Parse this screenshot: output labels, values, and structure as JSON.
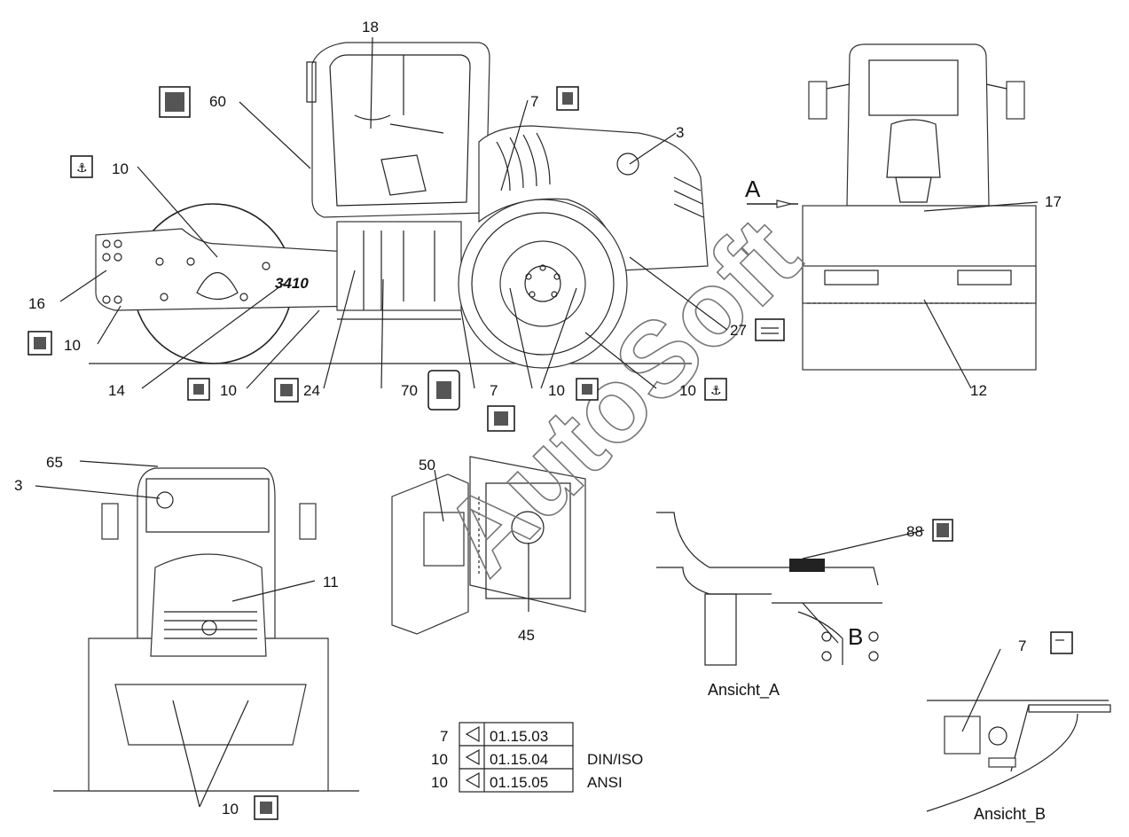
{
  "callouts": {
    "c18": "18",
    "c60": "60",
    "c7_top": "7",
    "c3_top": "3",
    "c10_left": "10",
    "c16": "16",
    "c10_drum": "10",
    "c14": "14",
    "c10_bot1": "10",
    "c24": "24",
    "c70": "70",
    "c7_mid": "7",
    "c10_wheel": "10",
    "c10_right": "10",
    "c27": "27",
    "c17": "17",
    "c12": "12",
    "c65": "65",
    "c3_front": "3",
    "c11": "11",
    "c10_front": "10",
    "c50": "50",
    "c45": "45",
    "c88": "88",
    "c7_b": "7"
  },
  "view_letters": {
    "A": "A",
    "B": "B"
  },
  "model_number": "3410",
  "captions": {
    "ansicht_a": "Ansicht_A",
    "ansicht_b": "Ansicht_B"
  },
  "decal_table": [
    {
      "qty": "7",
      "part": "01.15.03",
      "note": ""
    },
    {
      "qty": "10",
      "part": "01.15.04",
      "note": "DIN/ISO"
    },
    {
      "qty": "10",
      "part": "01.15.05",
      "note": "ANSI"
    }
  ],
  "watermark": "AutoSoft",
  "icons": {
    "i60": "machine-info-decal-icon",
    "i7": "hand-decal-icon",
    "i10": "hook-decal-icon",
    "i10b": "crush-warning-decal-icon",
    "i24": "lift-decal-icon",
    "i70": "cab-decal-icon",
    "i27": "tire-pressure-decal-icon",
    "i88": "ce-noise-decal-icon",
    "i50": "manual-decal-icon"
  }
}
